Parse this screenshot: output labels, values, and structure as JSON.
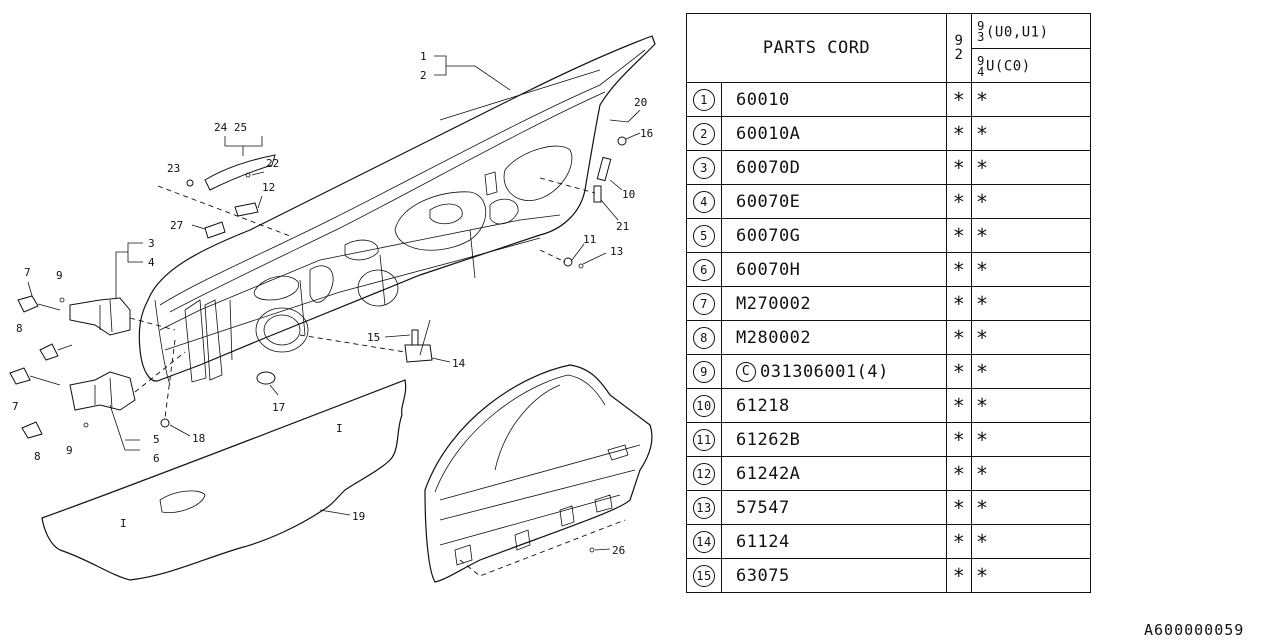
{
  "header": {
    "title": "PARTS CORD",
    "model_year": [
      "9",
      "2"
    ],
    "col_a_year": [
      "9",
      "3"
    ],
    "col_a_label": "(U0,U1)",
    "col_b_year": [
      "9",
      "4"
    ],
    "col_b_label": "U(C0)"
  },
  "parts": [
    {
      "no": "1",
      "code": "60010",
      "a": "*",
      "b": "*"
    },
    {
      "no": "2",
      "code": "60010A",
      "a": "*",
      "b": "*"
    },
    {
      "no": "3",
      "code": "60070D",
      "a": "*",
      "b": "*"
    },
    {
      "no": "4",
      "code": "60070E",
      "a": "*",
      "b": "*"
    },
    {
      "no": "5",
      "code": "60070G",
      "a": "*",
      "b": "*"
    },
    {
      "no": "6",
      "code": "60070H",
      "a": "*",
      "b": "*"
    },
    {
      "no": "7",
      "code": "M270002",
      "a": "*",
      "b": "*"
    },
    {
      "no": "8",
      "code": "M280002",
      "a": "*",
      "b": "*"
    },
    {
      "no": "9",
      "code_prefix": "C",
      "code": "031306001(4)",
      "a": "*",
      "b": "*"
    },
    {
      "no": "10",
      "code": "61218",
      "a": "*",
      "b": "*"
    },
    {
      "no": "11",
      "code": "61262B",
      "a": "*",
      "b": "*"
    },
    {
      "no": "12",
      "code": "61242A",
      "a": "*",
      "b": "*"
    },
    {
      "no": "13",
      "code": "57547",
      "a": "*",
      "b": "*"
    },
    {
      "no": "14",
      "code": "61124",
      "a": "*",
      "b": "*"
    },
    {
      "no": "15",
      "code": "63075",
      "a": "*",
      "b": "*"
    }
  ],
  "diagram_labels": {
    "l1": "1",
    "l2": "2",
    "l3": "3",
    "l4": "4",
    "l5": "5",
    "l6": "6",
    "l7a": "7",
    "l7b": "7",
    "l8a": "8",
    "l8b": "8",
    "l9a": "9",
    "l9b": "9",
    "l10": "10",
    "l11": "11",
    "l12": "12",
    "l13": "13",
    "l14": "14",
    "l15": "15",
    "l16": "16",
    "l17": "17",
    "l18": "18",
    "l19": "19",
    "l20": "20",
    "l21": "21",
    "l22": "22",
    "l23": "23",
    "l2425": "24 25",
    "l26": "26",
    "l27": "27",
    "panel_a": "I",
    "panel_b": "I"
  },
  "footer_code": "A600000059"
}
